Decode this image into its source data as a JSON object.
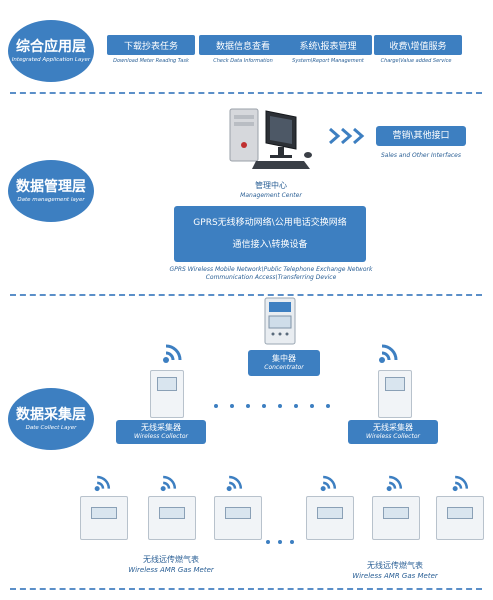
{
  "layers": {
    "application": {
      "cn": "综合应用层",
      "en": "Integrated Application Layer"
    },
    "management": {
      "cn": "数据管理层",
      "en": "Date management layer"
    },
    "collect": {
      "cn": "数据采集层",
      "en": "Date Collect Layer"
    }
  },
  "apps": [
    {
      "cn": "下载抄表任务",
      "en": "Download Meter Reading Task"
    },
    {
      "cn": "数据信息查看",
      "en": "Check Data Information"
    },
    {
      "cn": "系统\\报表管理",
      "en": "System\\Report Management"
    },
    {
      "cn": "收费\\增值服务",
      "en": "Charge\\Value added Service"
    }
  ],
  "sales": {
    "cn": "营销\\其他接口",
    "en": "Sales and Other Interfaces"
  },
  "management_center": {
    "cn": "管理中心",
    "en": "Management Center"
  },
  "network": {
    "line1": "GPRS无线移动网络\\公用电话交换网络",
    "line2": "通信接入\\转换设备",
    "en1": "GPRS Wireless Mobile Network\\Public Telephone Exchange Network",
    "en2": "Communication Access\\Transferring Device"
  },
  "concentrator": {
    "cn": "集中器",
    "en": "Concentrator"
  },
  "collector_left": {
    "cn": "无线采集器",
    "en": "Wireless Collector"
  },
  "collector_right": {
    "cn": "无线采集器",
    "en": "Wireless Collector"
  },
  "meter_left": {
    "cn": "无线远传燃气表",
    "en": "Wireless AMR Gas Meter"
  },
  "meter_right": {
    "cn": "无线远传燃气表",
    "en": "Wireless AMR Gas Meter"
  },
  "icons": [
    "computer-icon",
    "wifi-icon",
    "gas-meter-icon",
    "concentrator-icon",
    "arrow-icon"
  ],
  "colors": {
    "accent": "#3d7fc1",
    "text": "#2a5f95"
  }
}
